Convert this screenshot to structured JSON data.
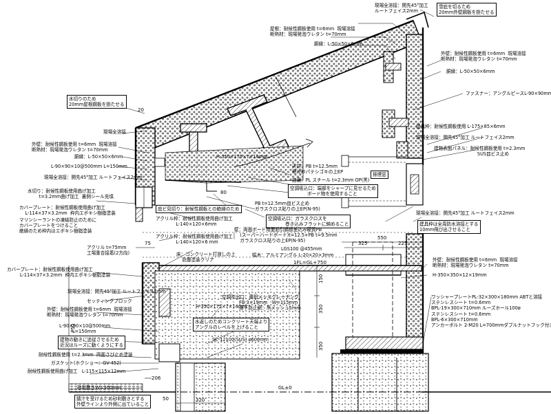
{
  "labels": {
    "top_weld": "現場全溶接：開先45°加工\nルートフェイス2mm",
    "snow_plate": "雪庇を切るため\n20mm外壁鋼板を掛たせる",
    "roof_plate": "屋根：耐候性鋼板使用 t=6mm  現場溶接\n断熱材：現場発泡ウレタン t=70mm",
    "roof_angle": "胴縁：L-50×50×6mm",
    "outer_wall": "外壁：耐候性鋼板使用 t=6mm  現場溶接\n断熱材：現場発泡ウレタン t=70mm",
    "wall_angle": "胴縁：L-50×50×6mm",
    "fastener": "ファスナー：アングルピースL-90×90mm",
    "water_cut": "水切りのため\n20mm屋根鋼板を掛たせる",
    "site_weld_1": "現場全溶接",
    "outer_wall_l": "外壁：耐候性鋼板使用 t=6mm  現場溶接\n断熱材：現場発泡ウレタン t=70mm",
    "angle_l": "胴縁：L-50×50×6mm",
    "angle_90": "L-90×90×10@500mm L=150mm",
    "weld_45": "現場全溶接：開先45°加工 ルートフェイス2mm",
    "window_frame": "建具枠：耐候性鋼板使用 L-175×85×6mm",
    "weld_45_r": "現場全溶接：開先45°加工 ルートフェイス2mm",
    "panel": "建物表面パネル：耐候性鋼板使用 t=2.3mm\n                              SUS皿ビス止め",
    "water_cut_2": "水切り：耐候性鋼板使用曲げ加工\n        t=3.2mm曲げ加工  裏側シール充填",
    "cover_plate": "カバープレート：耐候性鋼板使用曲げ加工\n    L-114×37×3.2mm  枠内エポキシ樹脂塗装",
    "hbeam_1": "H-350×175×7×14mm",
    "ceiling": "天井：PB t=12.5mm\n寒冷紗パテシゴキの上EP",
    "eave": "庇裏：PL スチール t=2.3mm OP(黒)",
    "air_intake": "空調吸込口：端部をシャープに見せるため\n            ボード物を使用すること",
    "exhaust": "排煙窓",
    "sealant": "マリンシーラントの凍結防止のために\nカバープレートをつけること\n絶縁のため枠内はエポキシ樹脂塗装",
    "eave_frame": "庇ビ見切り：耐候性鋼板との絶縁のため",
    "acryl_1": "アクリル枠：耐候性鋼板使用曲げ加工\n              L-140×120×6mm",
    "pb_glass": "PB t=12.5mm皿ビス止め\nガラスクロス貼りの上EP(N-95)",
    "glass_cloth": "空調吸込口：ガラスクロスを\n            巻き込みフラットに納めること",
    "window_weld": "現場全溶接：開先45°加工 ルートフェイス2mm",
    "window_note": "建具枠は全周防水溶接とする\n10mm飛び出させること",
    "acryl_2": "アクリル枠：耐候性鋼板使用曲げ加工\n              L-140×120×6 mm",
    "wall_board": "壁：両面ボード用亜鉛引鋼板差込み硬質PB\n    (スーパーハードボード)t=12.5+PB t=9.5mm\n    ガラスクロス貼りの上EP(N-95)",
    "acryl_75": "アクリル t=75mm\n工場重合接着(2方向)",
    "concrete": "床：コンクリート打放しの上\n    防塵塗装クリア",
    "lgs": "LGS100 @455mm",
    "baseboard": "幅木：アルミアングル L-20×20×3mm",
    "fl_level": "1FL=GL+750",
    "cover_plate_2": "カバープレート：耐候性鋼板使用曲げ加工\n         L-114×37×3.2mm  枠内エポキシ樹脂塗装",
    "weld_2": "現場全溶接：開先45°加工 ルートフェイス2mm",
    "setting_block": "セッティングブロック",
    "outer_wall_3": "外壁：耐候性鋼板使用 t=6mm  現場溶接\n断熱材：現場発泡ウレタン t=70mm",
    "angle_500": "L-90×90×10@500mm\n         L=150mm",
    "earthquake": "建物の動きに追従させるため\n近況はルーズに動くようにする",
    "ac_outlet": "空調吹出口：亜鉛メッキグレーチング\n            FB 3×19mm   W=115mm\n            落下防止網：黒メッシュ5mm",
    "hbeam_2": "H-350×175×7×14mm",
    "water_stop": "水返しのためコンクリート天端より\nアングルのレベルを上げること",
    "sc_pipe": "SC-12100(SUS) ø600mm",
    "outer_wall_4": "外壁：耐候性鋼板使用 t=6mm  現場溶接\n断熱材：現場発泡ウレタン t=70mm",
    "hbeam_3": "H-350×350×12×19mm",
    "washer": "ワッシャープレートPL-32×300×180mm ABTと溶接\nステンレスシート t=0.6mm\nBPL-19×300×710mm ルーズホール100ø\nステンレスシート t=0.6mm\nBPL-6×300×710mm\nアンカーボルト 2-M20 L=700mmダブルナットフック付き",
    "steel_plate": "耐候性鋼板使用 t=2.3mm  両面さび止め塗装",
    "gasket": "ガスケット(ホクショー：GV-452)",
    "steel_bend": "耐候性鋼板使用曲げ加工   L-115×115×12mm",
    "gravel": "砂利敷きW=300mm",
    "rust_note": "錆汁を受けるため砂利敷きとする\n外壁ラインより外側に出ていること"
  },
  "dimensions": {
    "d20": "20",
    "d80": "80",
    "d75": "75",
    "d550": "550",
    "d325": "325",
    "d225": "225",
    "d150": "150",
    "d350a": "350",
    "d350b": "350",
    "d750": "750",
    "d206": "206",
    "d320": "320",
    "d50": "50",
    "gl0": "GL±0"
  }
}
